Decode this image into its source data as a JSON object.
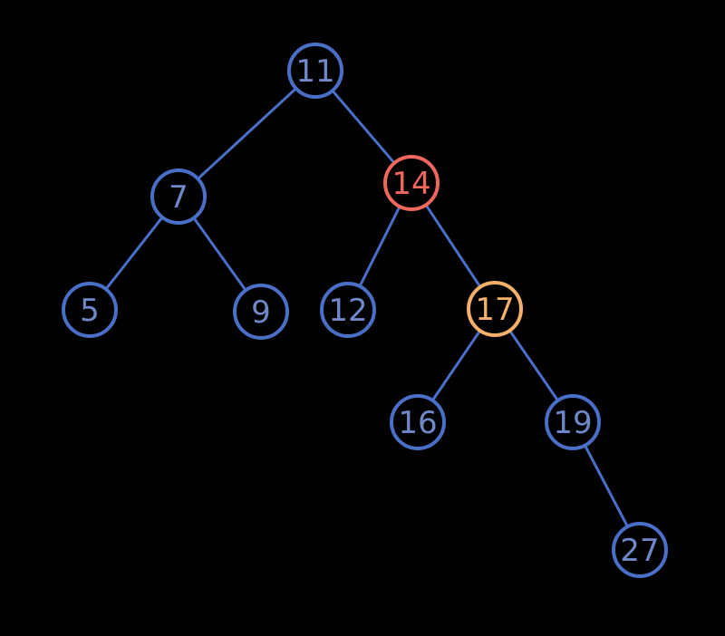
{
  "colors": {
    "background": "#000000",
    "default": "#4a6fc9",
    "default_text": "#6f88c9",
    "highlight_red": "#f0675e",
    "highlight_orange": "#f5b06a"
  },
  "nodes": [
    {
      "id": "n11",
      "label": "11",
      "state": "default"
    },
    {
      "id": "n7",
      "label": "7",
      "state": "default"
    },
    {
      "id": "n14",
      "label": "14",
      "state": "highlight_red"
    },
    {
      "id": "n5",
      "label": "5",
      "state": "default"
    },
    {
      "id": "n9",
      "label": "9",
      "state": "default"
    },
    {
      "id": "n12",
      "label": "12",
      "state": "default"
    },
    {
      "id": "n17",
      "label": "17",
      "state": "highlight_orange"
    },
    {
      "id": "n16",
      "label": "16",
      "state": "default"
    },
    {
      "id": "n19",
      "label": "19",
      "state": "default"
    },
    {
      "id": "n27",
      "label": "27",
      "state": "default"
    }
  ],
  "edges": [
    {
      "from": "n11",
      "to": "n7"
    },
    {
      "from": "n11",
      "to": "n14"
    },
    {
      "from": "n7",
      "to": "n5"
    },
    {
      "from": "n7",
      "to": "n9"
    },
    {
      "from": "n14",
      "to": "n12"
    },
    {
      "from": "n14",
      "to": "n17"
    },
    {
      "from": "n17",
      "to": "n16"
    },
    {
      "from": "n17",
      "to": "n19"
    },
    {
      "from": "n19",
      "to": "n27"
    }
  ]
}
